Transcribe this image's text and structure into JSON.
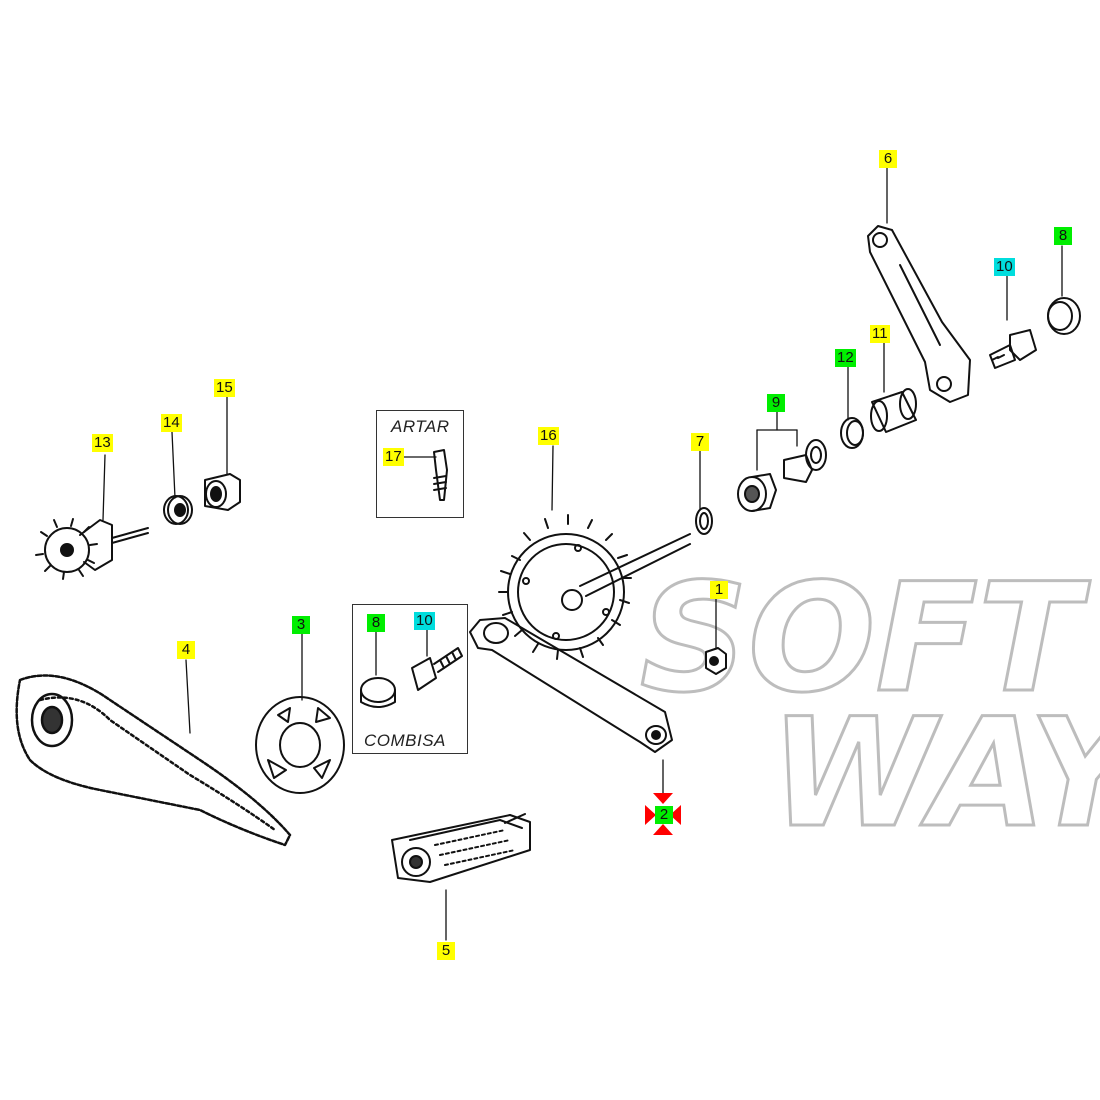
{
  "colors": {
    "yellow_tag": "#ffff00",
    "green_tag": "#00ee00",
    "cyan_tag": "#00dddd",
    "selected_marker": "#ff0000",
    "line": "#111111",
    "watermark": "#c9c9c9"
  },
  "watermark": {
    "line1": "SOFT",
    "line2": "WAY"
  },
  "insets": {
    "artar": {
      "label": "ARTAR"
    },
    "combisa": {
      "label": "COMBISA"
    }
  },
  "callouts": {
    "c1": {
      "label": "1",
      "color": "yellow"
    },
    "c2": {
      "label": "2",
      "color": "green",
      "selected": true
    },
    "c3": {
      "label": "3",
      "color": "green"
    },
    "c4": {
      "label": "4",
      "color": "yellow"
    },
    "c5": {
      "label": "5",
      "color": "yellow"
    },
    "c6": {
      "label": "6",
      "color": "yellow"
    },
    "c7": {
      "label": "7",
      "color": "yellow"
    },
    "c8a": {
      "label": "8",
      "color": "green"
    },
    "c8b": {
      "label": "8",
      "color": "green"
    },
    "c9": {
      "label": "9",
      "color": "green"
    },
    "c10a": {
      "label": "10",
      "color": "cyan"
    },
    "c10b": {
      "label": "10",
      "color": "cyan"
    },
    "c11": {
      "label": "11",
      "color": "yellow"
    },
    "c12": {
      "label": "12",
      "color": "green"
    },
    "c13": {
      "label": "13",
      "color": "yellow"
    },
    "c14": {
      "label": "14",
      "color": "yellow"
    },
    "c15": {
      "label": "15",
      "color": "yellow"
    },
    "c16": {
      "label": "16",
      "color": "yellow"
    },
    "c17": {
      "label": "17",
      "color": "yellow"
    }
  }
}
